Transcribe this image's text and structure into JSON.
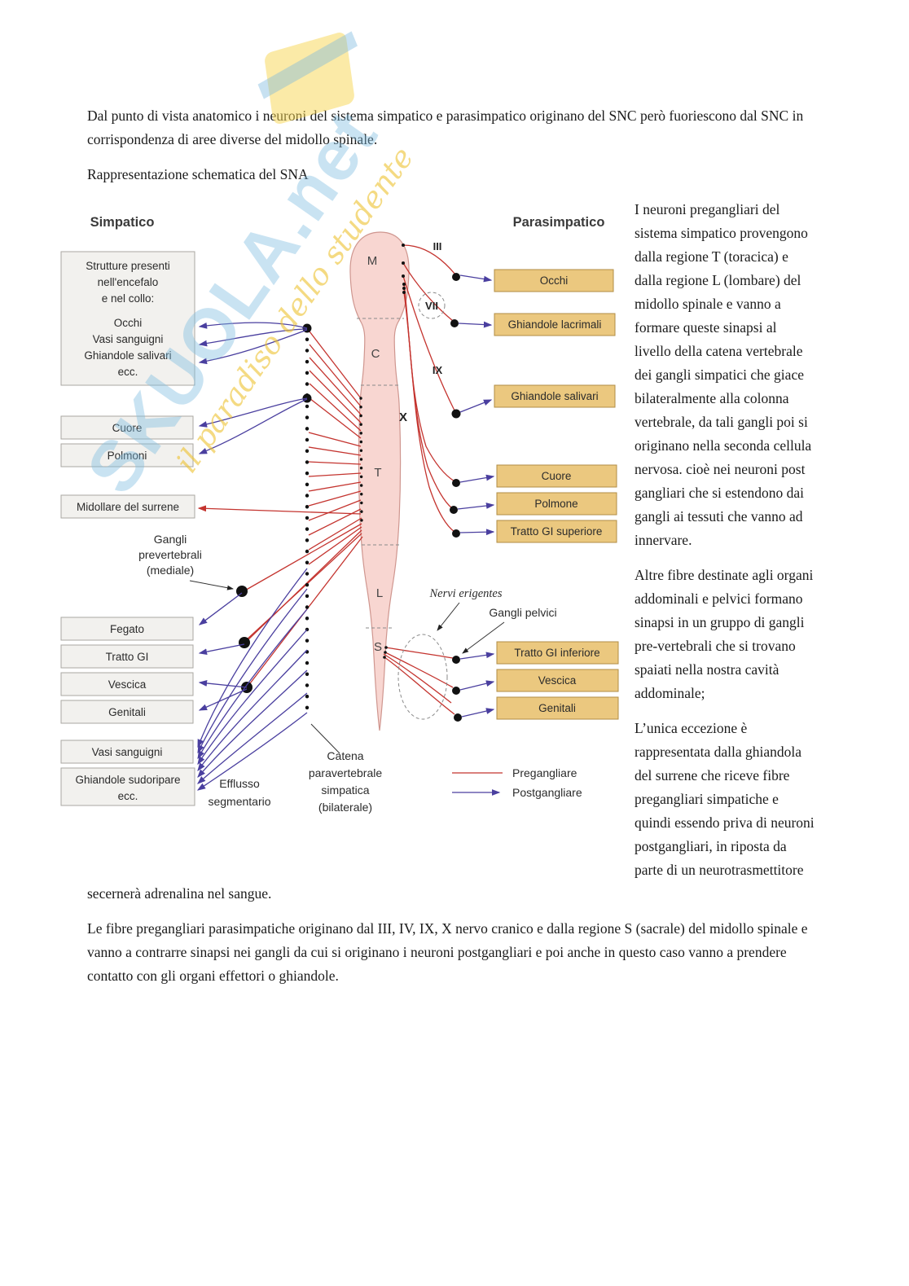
{
  "watermark": {
    "brand": "SKUOLA.net",
    "tagline": "il paradiso dello studente"
  },
  "text": {
    "p1": "Dal punto di vista anatomico i neuroni del sistema simpatico e parasimpatico originano del SNC però fuoriescono dal SNC in corrispondenza di aree diverse del midollo spinale.",
    "p2": "Rappresentazione schematica del SNA",
    "side1": "I neuroni pregangliari del sistema simpatico provengono dalla regione T (toracica) e dalla regione L (lombare) del midollo spinale e vanno a formare queste sinapsi al livello della catena vertebrale dei gangli simpatici che giace bilateralmente alla colonna vertebrale, da tali gangli poi si originano nella seconda cellula nervosa. cioè nei neuroni post gangliari che si estendono dai gangli ai tessuti che vanno ad innervare.",
    "side2": "Altre fibre destinate agli organi addominali e pelvici formano sinapsi in un gruppo di gangli pre-vertebrali che si trovano spaiati nella nostra cavità addominale;",
    "p3": "L’unica eccezione è rappresentata dalla ghiandola del surrene che riceve fibre pregangliari simpatiche e quindi essendo priva di neuroni postgangliari, in riposta da parte di un neurotrasmettitore secernerà adrenalina nel sangue.",
    "p4": "Le fibre pregangliari parasimpatiche originano dal III, IV, IX, X nervo cranico e dalla regione S (sacrale) del midollo spinale e vanno a contrarre sinapsi nei gangli da cui si originano i neuroni postgangliari e poi anche in questo caso vanno a prendere contatto con gli organi effettori o ghiandole."
  },
  "diagram": {
    "title_left": "Simpatico",
    "title_right": "Parasimpatico",
    "spine": [
      "M",
      "C",
      "T",
      "L",
      "S"
    ],
    "cranial": [
      "III",
      "VII",
      "IX",
      "X"
    ],
    "left_boxes": {
      "structures": [
        "Strutture presenti",
        "nell'encefalo",
        "e nel collo:",
        "Occhi",
        "Vasi sanguigni",
        "Ghiandole salivari",
        "ecc."
      ],
      "cuore": "Cuore",
      "polmoni": "Polmoni",
      "surrene": "Midollare del surrene",
      "fegato": "Fegato",
      "tratto_gi": "Tratto GI",
      "vescica": "Vescica",
      "genitali": "Genitali",
      "vasi": "Vasi sanguigni",
      "sudoripare": [
        "Ghiandole sudoripare",
        "ecc."
      ]
    },
    "right_boxes": {
      "occhi": "Occhi",
      "lacrimali": "Ghiandole lacrimali",
      "salivari": "Ghiandole salivari",
      "cuore": "Cuore",
      "polmone": "Polmone",
      "gi_superiore": "Tratto GI superiore",
      "gi_inferiore": "Tratto GI inferiore",
      "vescica": "Vescica",
      "genitali": "Genitali"
    },
    "labels": {
      "gangli_prevertebrali": [
        "Gangli",
        "prevertebrali",
        "(mediale)"
      ],
      "efflusso": [
        "Efflusso",
        "segmentario"
      ],
      "catena": [
        "Catena",
        "paravertebrale",
        "simpatica",
        "(bilaterale)"
      ],
      "nervi_erigentes": "Nervi erigentes",
      "gangli_pelvici": "Gangli pelvici"
    },
    "legend": {
      "pregangliare": "Pregangliare",
      "postgangliare": "Postgangliare"
    },
    "colors": {
      "pregangliare_red": "#c4342f",
      "postgangliare_blue": "#4a3f9f",
      "right_box_fill": "#ebc87f",
      "left_box_fill": "#f2f1ee",
      "cord_fill": "#f8d6d1"
    }
  }
}
